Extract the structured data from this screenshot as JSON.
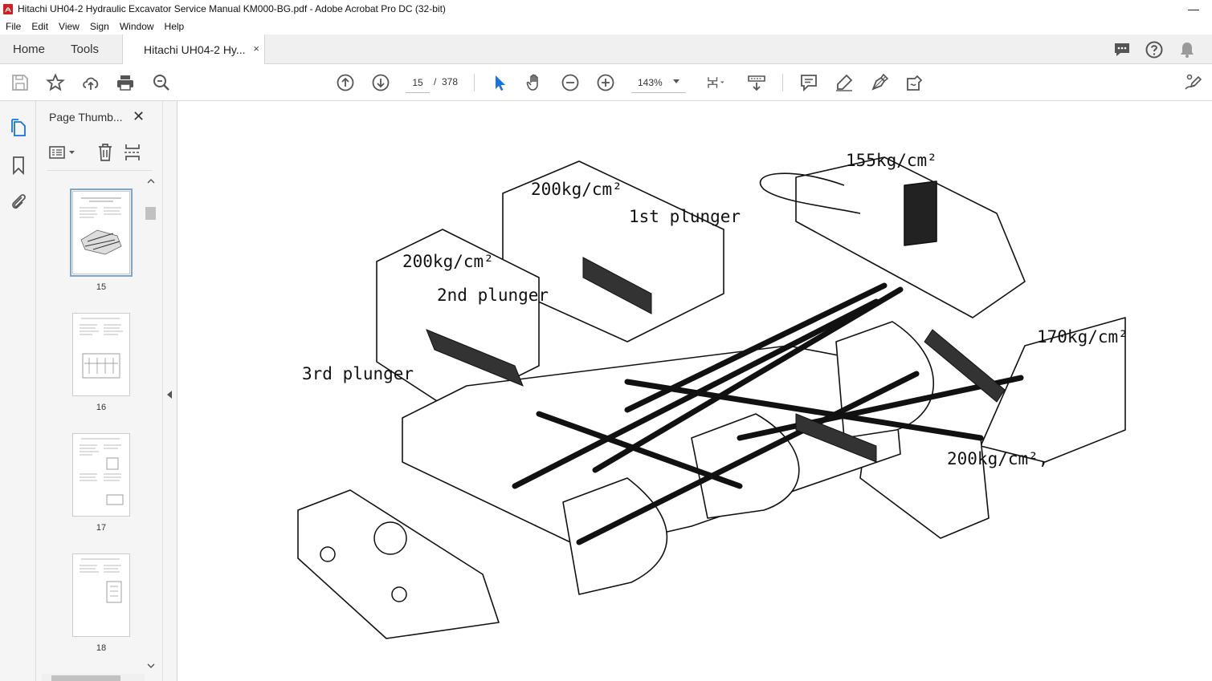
{
  "window": {
    "title": "Hitachi UH04-2 Hydraulic Excavator Service Manual KM000-BG.pdf - Adobe Acrobat Pro DC (32-bit)",
    "minimize": "—"
  },
  "menu": [
    "File",
    "Edit",
    "View",
    "Sign",
    "Window",
    "Help"
  ],
  "tabs": {
    "home": "Home",
    "tools": "Tools",
    "document": "Hitachi UH04-2 Hy...",
    "close": "×"
  },
  "toolbar": {
    "current_page": "15",
    "page_separator": "/",
    "total_pages": "378",
    "zoom": "143%"
  },
  "panel": {
    "title": "Page Thumb...",
    "close": "✕",
    "thumbnails": [
      {
        "page": "15",
        "selected": true
      },
      {
        "page": "16",
        "selected": false
      },
      {
        "page": "17",
        "selected": false
      },
      {
        "page": "18",
        "selected": false
      }
    ]
  },
  "figure": {
    "labels": {
      "p155": "155kg/cm²",
      "p200_top": "200kg/cm²",
      "first_plunger": "1st plunger",
      "p200_left": "200kg/cm²",
      "second_plunger": "2nd plunger",
      "third_plunger": "3rd plunger",
      "p170": "170kg/cm²",
      "p200_bottom": "200kg/cm²,"
    }
  },
  "colors": {
    "accent_blue": "#1473e6",
    "chrome_bg": "#f0f0f0",
    "panel_bg": "#f5f5f5"
  }
}
